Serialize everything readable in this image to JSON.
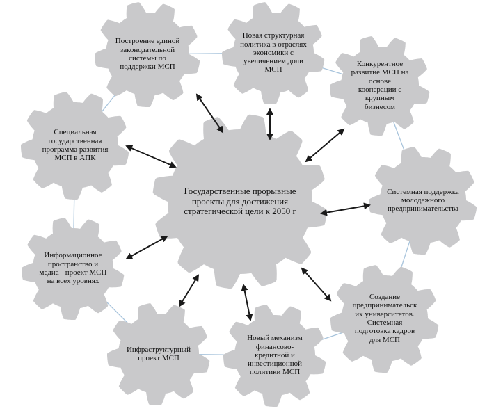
{
  "colors": {
    "gear": "#c9c9cb",
    "link": "#a8c4dc",
    "arrow": "#1a1a1a",
    "text": "#111111"
  },
  "center": {
    "label": "Государственные прорывные\nпроекты для достижения\nстратегической цели к 2050 г"
  },
  "projects": [
    {
      "label": "Построение единой\nзаконодательной\nсистемы по\nподдержки МСП"
    },
    {
      "label": "Новая структурная\nполитика в отраслях\nэкономики с\nувеличением   доли\nМСП"
    },
    {
      "label": "Конкурентное\nразвитие МСП на\nоснове\nкооперации с\nкрупным\nбизнесом"
    },
    {
      "label": "Системная поддержка\nмолодежного\nпредпринимательства"
    },
    {
      "label": "Создание\nпредпринимательск\nих университетов.\nСистемная\nподготовка кадров\nдля МСП"
    },
    {
      "label": "Новый механизм\nфинансово-\nкредитной и\nинвестиционной\nполитики МСП"
    },
    {
      "label": "Инфраструктурный\nпроект МСП"
    },
    {
      "label": "Информационное\nпространство и\nмедиа - проект МСП\nна всех уровнях"
    },
    {
      "label": "Специальная\nгосударственная\nпрограмма  развития\nМСП в АПК"
    }
  ]
}
